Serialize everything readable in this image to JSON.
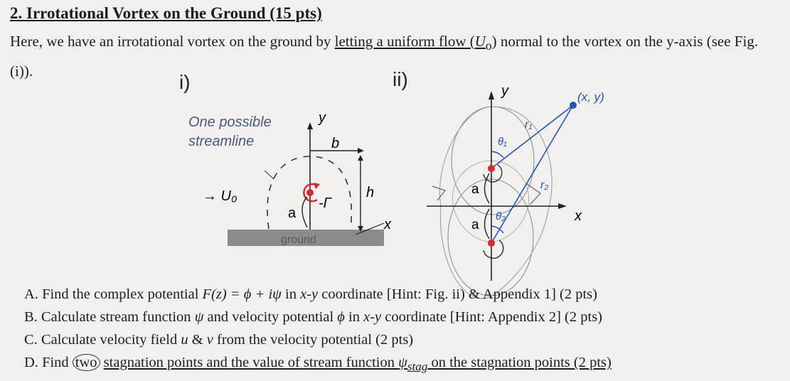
{
  "header": {
    "title": "2. Irrotational Vortex on the Ground (15 pts)",
    "intro_part1": "Here, we have an irrotational vortex on the ground by ",
    "intro_highlight": "letting a uniform flow (",
    "intro_var": "U",
    "intro_sub": "o",
    "intro_part2": ") normal to the vortex on the y-axis (see Fig. (i))."
  },
  "figure_i": {
    "label": "i)",
    "streamline_label_1": "One possible",
    "streamline_label_2": "streamline",
    "y_axis": "y",
    "x_axis": "x",
    "b_label": "b",
    "h_label": "h",
    "u0_label": "→ U₀",
    "a_label": "a",
    "gamma_label": "-Γ",
    "ground_label": "ground"
  },
  "figure_ii": {
    "label": "ii)",
    "y_axis": "y",
    "x_axis": "x",
    "point_label": "(x, y)",
    "r1_label": "r₁",
    "r2_label": "r₂",
    "theta1_label": "θ₁",
    "theta2_label": "θ₂",
    "a_upper": "a",
    "a_lower": "a"
  },
  "questions": [
    {
      "letter": "A.",
      "pre": " Find the complex potential ",
      "math": "F(z) = ϕ + iψ",
      "mid": "  in ",
      "coord": "x-y",
      "post": " coordinate [Hint: Fig. ii) & Appendix 1] (2 pts)"
    },
    {
      "letter": "B.",
      "pre": " Calculate stream function ",
      "math": "ψ",
      "mid": "  and velocity potential ",
      "math2": "ϕ",
      "mid2": "  in ",
      "coord": "x-y",
      "post": " coordinate [Hint: Appendix 2] (2 pts)"
    },
    {
      "letter": "C.",
      "pre": " Calculate velocity field ",
      "math": "u",
      "mid": " & ",
      "math2": "v",
      "post": " from the velocity potential (2 pts)"
    },
    {
      "letter": "D.",
      "pre": " Find ",
      "circled": "two",
      "pre2": " ",
      "underlined": "stagnation points and the value of stream function ",
      "math": "ψ",
      "sub": "stag",
      "post": "  on the stagnation points (2 pts)"
    }
  ],
  "colors": {
    "text": "#1d1d1d",
    "streamline_label": "#4a5a7a",
    "vortex_red": "#d8282b",
    "point_blue": "#2255b0",
    "ground": "#8b8b8b"
  }
}
